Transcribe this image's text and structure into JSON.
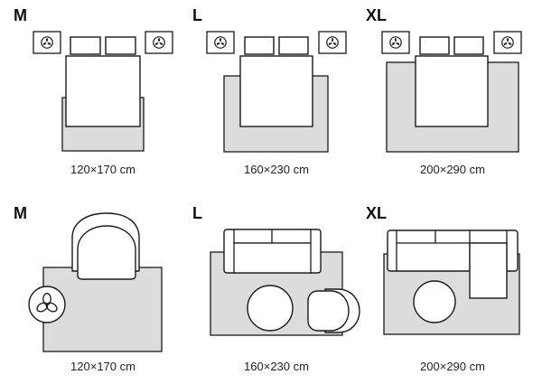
{
  "bedroom": [
    {
      "size": "M",
      "dimension": "120×170 cm"
    },
    {
      "size": "L",
      "dimension": "160×230 cm"
    },
    {
      "size": "XL",
      "dimension": "200×290 cm"
    }
  ],
  "living": [
    {
      "size": "M",
      "dimension": "120×170 cm"
    },
    {
      "size": "L",
      "dimension": "160×230 cm"
    },
    {
      "size": "XL",
      "dimension": "200×290 cm"
    }
  ],
  "colors": {
    "rug_fill": "#dcdcdc",
    "outline": "#1a1a1a",
    "furniture_fill": "#ffffff"
  }
}
